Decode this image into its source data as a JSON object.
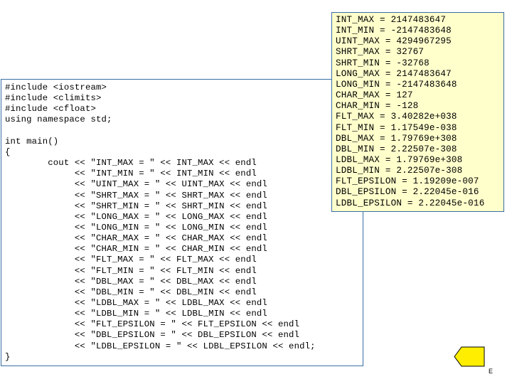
{
  "code": {
    "lines": [
      "#include <iostream>",
      "#include <climits>",
      "#include <cfloat>",
      "using namespace std;",
      "",
      "int main()",
      "{",
      "        cout << \"INT_MAX = \" << INT_MAX << endl",
      "             << \"INT_MIN = \" << INT_MIN << endl",
      "             << \"UINT_MAX = \" << UINT_MAX << endl",
      "             << \"SHRT_MAX = \" << SHRT_MAX << endl",
      "             << \"SHRT_MIN = \" << SHRT_MIN << endl",
      "             << \"LONG_MAX = \" << LONG_MAX << endl",
      "             << \"LONG_MIN = \" << LONG_MIN << endl",
      "             << \"CHAR_MAX = \" << CHAR_MAX << endl",
      "             << \"CHAR_MIN = \" << CHAR_MIN << endl",
      "             << \"FLT_MAX = \" << FLT_MAX << endl",
      "             << \"FLT_MIN = \" << FLT_MIN << endl",
      "             << \"DBL_MAX = \" << DBL_MAX << endl",
      "             << \"DBL_MIN = \" << DBL_MIN << endl",
      "             << \"LDBL_MAX = \" << LDBL_MAX << endl",
      "             << \"LDBL_MIN = \" << LDBL_MIN << endl",
      "             << \"FLT_EPSILON = \" << FLT_EPSILON << endl",
      "             << \"DBL_EPSILON = \" << DBL_EPSILON << endl",
      "             << \"LDBL_EPSILON = \" << LDBL_EPSILON << endl;",
      "}"
    ]
  },
  "output": {
    "lines": [
      "INT_MAX = 2147483647",
      "INT_MIN = -2147483648",
      "UINT_MAX = 4294967295",
      "SHRT_MAX = 32767",
      "SHRT_MIN = -32768",
      "LONG_MAX = 2147483647",
      "LONG_MIN = -2147483648",
      "CHAR_MAX = 127",
      "CHAR_MIN = -128",
      "FLT_MAX = 3.40282e+038",
      "FLT_MIN = 1.17549e-038",
      "DBL_MAX = 1.79769e+308",
      "DBL_MIN = 2.22507e-308",
      "LDBL_MAX = 1.79769e+308",
      "LDBL_MIN = 2.22507e-308",
      "FLT_EPSILON = 1.19209e-007",
      "DBL_EPSILON = 2.22045e-016",
      "LDBL_EPSILON = 2.22045e-016"
    ]
  },
  "nav": {
    "icon": "arrow-left-icon",
    "fill": "#ffee00",
    "stroke": "#000000"
  },
  "slide": {
    "number": "E"
  },
  "colors": {
    "border": "#3a6ea5",
    "output_background": "#ffffcc"
  }
}
